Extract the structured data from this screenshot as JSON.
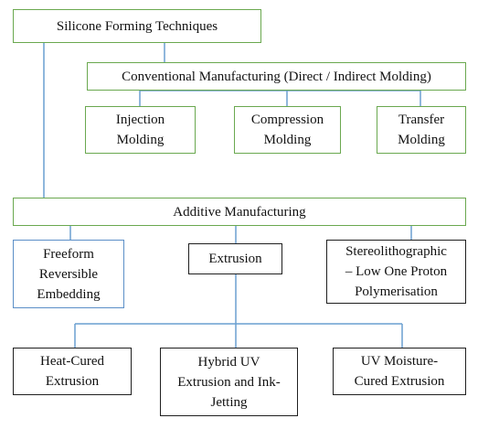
{
  "colors": {
    "green_border": "#6aa84f",
    "blue_border": "#5b8fc7",
    "dark_border": "#1f1f1f",
    "connector": "#6a9fd0"
  },
  "nodes": {
    "root": "Silicone Forming Techniques",
    "conventional": "Conventional Manufacturing (Direct / Indirect Molding)",
    "injection": "Injection\nMolding",
    "compression": "Compression\nMolding",
    "transfer": "Transfer\nMolding",
    "additive": "Additive Manufacturing",
    "freeform": "Freeform\nReversible\nEmbedding",
    "extrusion": "Extrusion",
    "stereo": "Stereolithographic\n– Low One Proton\nPolymerisation",
    "heat": "Heat-Cured\nExtrusion",
    "hybrid": "Hybrid UV\nExtrusion and Ink-\nJetting",
    "uvmoist": "UV Moisture-\nCured Extrusion"
  }
}
